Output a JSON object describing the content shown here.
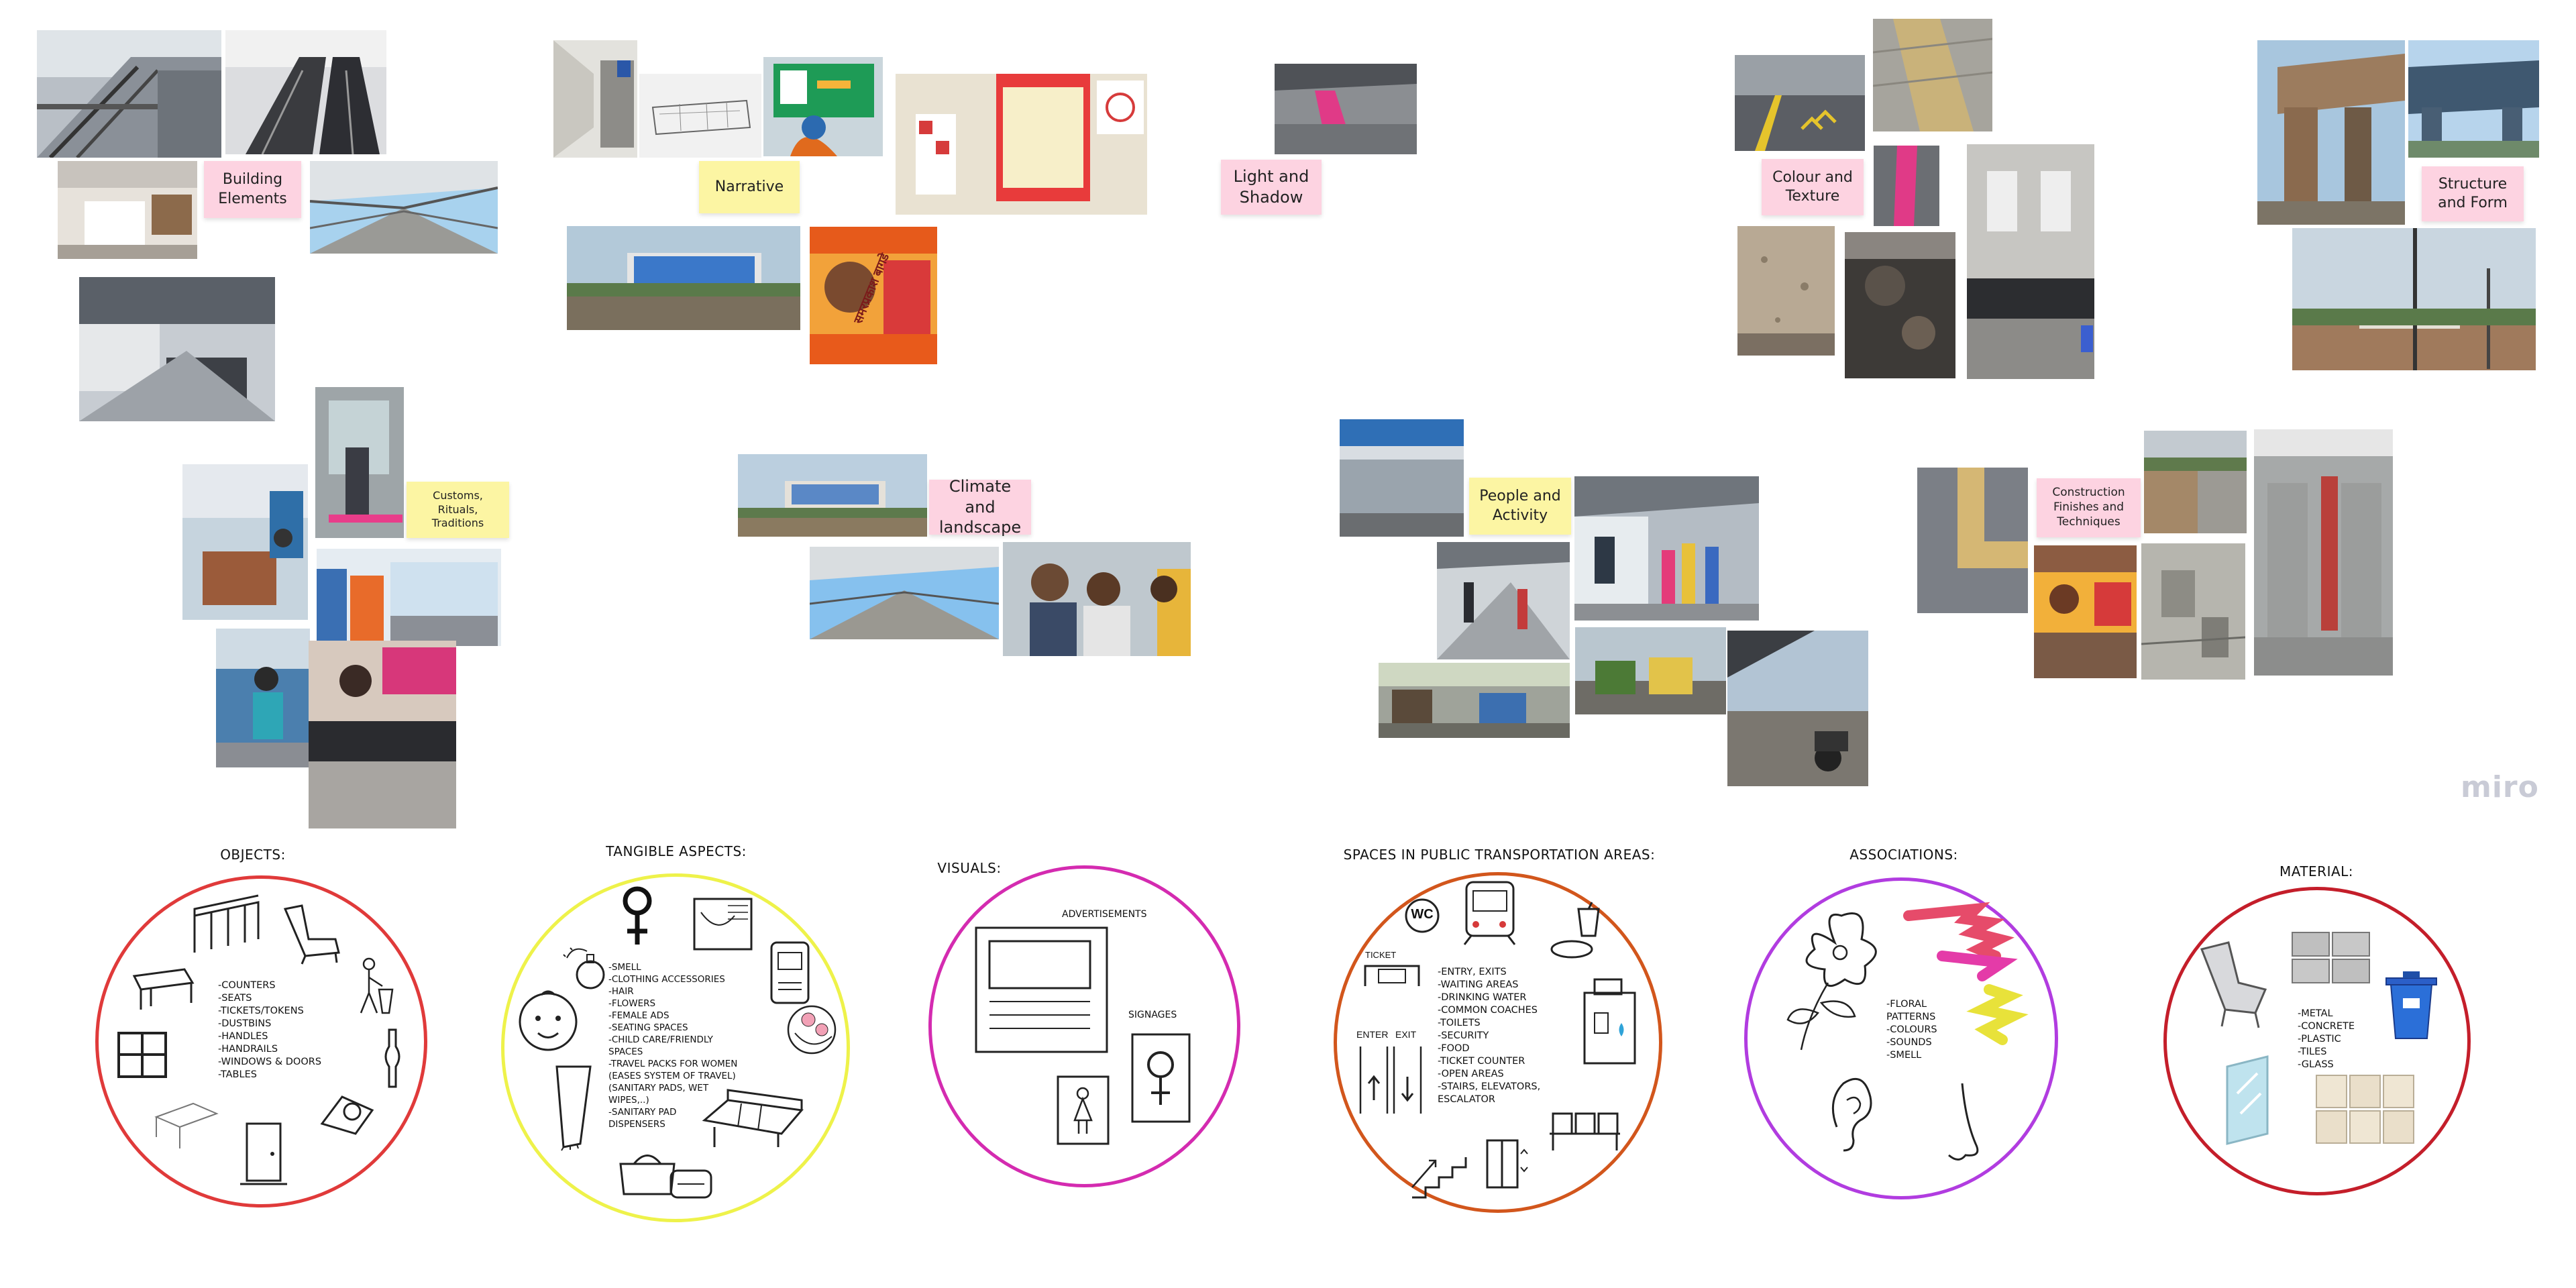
{
  "board": {
    "brand": "miro",
    "sticky_notes": {
      "building_elements": "Building\nElements",
      "narrative": "Narrative",
      "light_shadow": "Light and\nShadow",
      "colour_texture": "Colour and\nTexture",
      "structure_form": "Structure\nand Form",
      "customs": "Customs, Rituals,\nTraditions",
      "climate": "Climate and\nlandscape",
      "people": "People and\nActivity",
      "construction": "Construction\nFinishes and\nTechniques"
    },
    "photo_text": {
      "banner": "समरप्रकाश बागडे"
    }
  },
  "sections": {
    "objects": {
      "title": "OBJECTS:",
      "items": "-COUNTERS\n-SEATS\n-TICKETS/TOKENS\n-DUSTBINS\n-HANDLES\n-HANDRAILS\n-WINDOWS & DOORS\n-TABLES",
      "color": "#e03a3a"
    },
    "tangible": {
      "title": "TANGIBLE ASPECTS:",
      "items": "-SMELL\n-CLOTHING ACCESSORIES\n-HAIR\n-FLOWERS\n-FEMALE ADS\n-SEATING SPACES\n-CHILD CARE/FRIENDLY\nSPACES\n-TRAVEL PACKS FOR WOMEN\n(EASES SYSTEM OF TRAVEL)\n(SANITARY PADS, WET\nWIPES,..)\n-SANITARY PAD\nDISPENSERS",
      "color": "#eef24a"
    },
    "visuals": {
      "title": "VISUALS:",
      "label_ads": "ADVERTISEMENTS",
      "label_signages": "SIGNAGES",
      "color": "#d42bb0"
    },
    "spaces": {
      "title": "SPACES IN PUBLIC TRANSPORTATION AREAS:",
      "items": "-ENTRY, EXITS\n-WAITING AREAS\n-DRINKING WATER\n-COMMON COACHES\n-TOILETS\n-SECURITY\n-FOOD\n-TICKET COUNTER\n-OPEN AREAS\n-STAIRS, ELEVATORS,\nESCALATOR",
      "label_wc": "WC",
      "label_ticket": "TICKET",
      "label_enter": "ENTER",
      "label_exit": "EXIT",
      "color": "#d2561c"
    },
    "associations": {
      "title": "ASSOCIATIONS:",
      "items": "-FLORAL\nPATTERNS\n-COLOURS\n-SOUNDS\n-SMELL",
      "color": "#b13ce0"
    },
    "material": {
      "title": "MATERIAL:",
      "items": "-METAL\n-CONCRETE\n-PLASTIC\n-TILES\n-GLASS",
      "color": "#c41e2a"
    }
  }
}
